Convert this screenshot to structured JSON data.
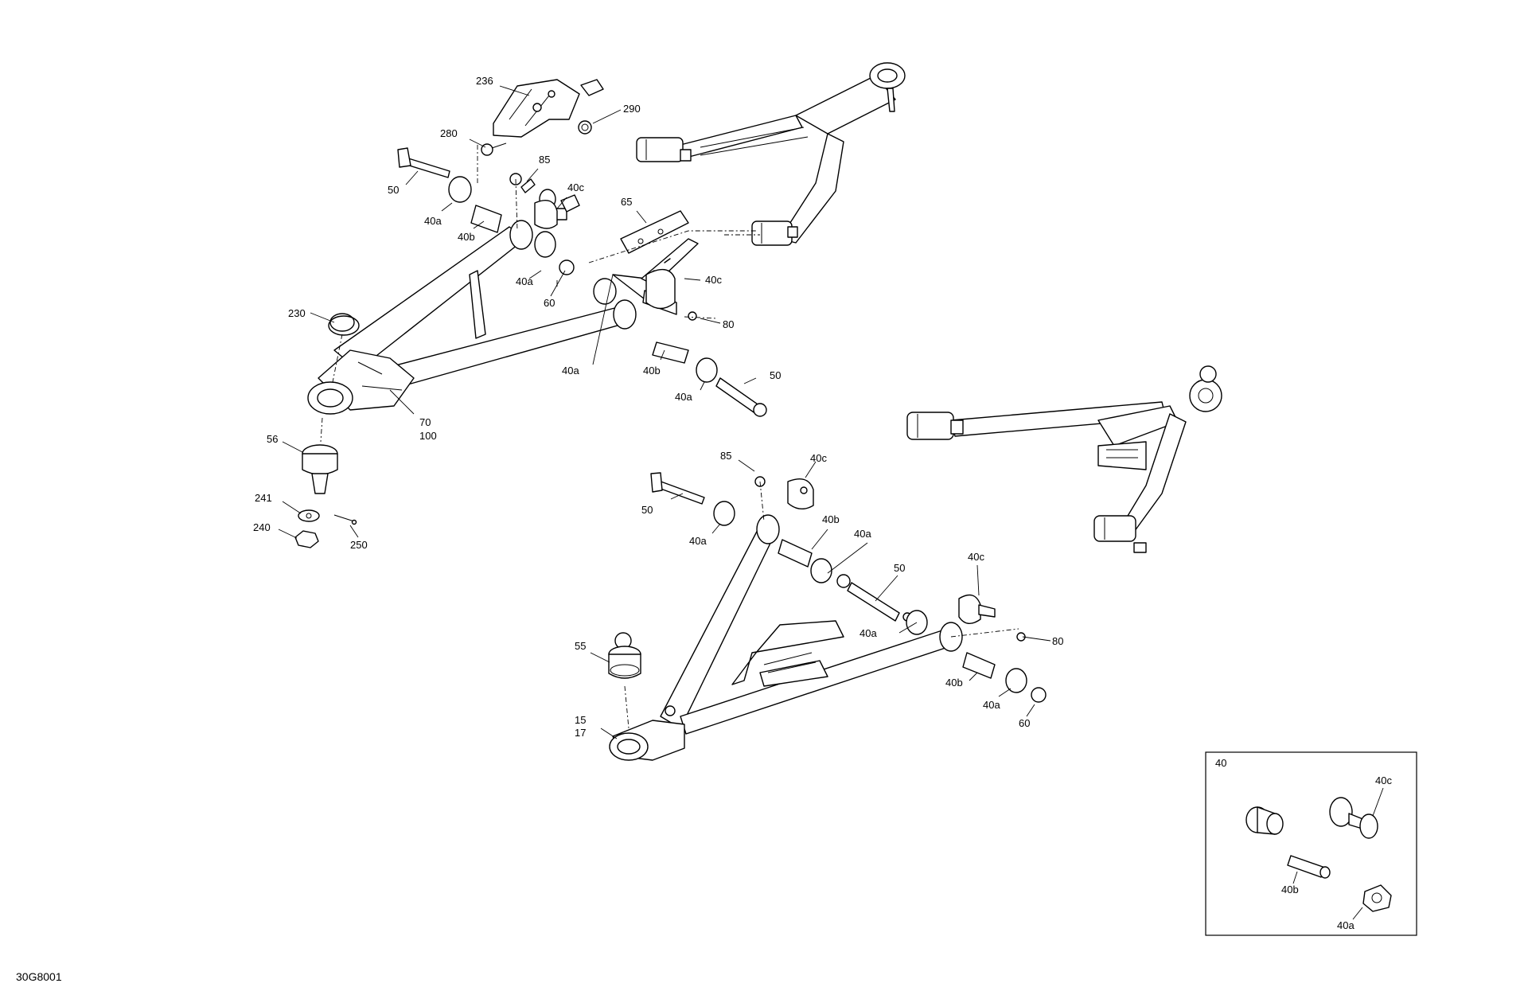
{
  "drawing_code": "30G8001",
  "inset": {
    "title": "40",
    "labels": [
      "40c",
      "40b",
      "40a"
    ]
  },
  "callouts": [
    "236",
    "290",
    "280",
    "85",
    "40c",
    "50",
    "40a",
    "40b",
    "65",
    "40a",
    "40c",
    "60",
    "230",
    "80",
    "40a",
    "40b",
    "50",
    "40a",
    "70",
    "100",
    "56",
    "241",
    "240",
    "250",
    "85",
    "40c",
    "50",
    "40a",
    "40b",
    "40a",
    "50",
    "40c",
    "40a",
    "80",
    "55",
    "40b",
    "40a",
    "60",
    "15",
    "17"
  ]
}
